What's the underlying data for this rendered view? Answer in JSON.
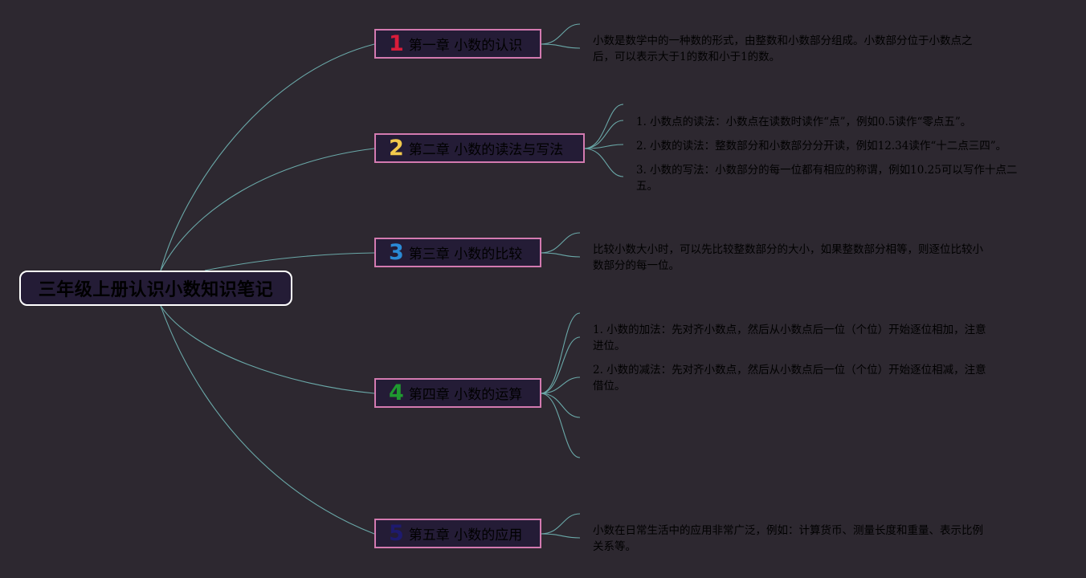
{
  "root": {
    "title": "三年级上册认识小数知识笔记"
  },
  "chapters": [
    {
      "num": "1",
      "num_color": "#d91c3a",
      "title": "第一章 小数的认识",
      "notes": [
        "小数是数学中的一种数的形式，由整数和小数部分组成。小数部分位于小数点之后，可以表示大于1的数和小于1的数。"
      ]
    },
    {
      "num": "2",
      "num_color": "#f2c94c",
      "title": "第二章 小数的读法与写法",
      "notes": [
        "1. 小数点的读法：小数点在读数时读作“点”，例如0.5读作“零点五”。",
        "2. 小数的读法：整数部分和小数部分分开读，例如12.34读作“十二点三四”。",
        "3. 小数的写法：小数部分的每一位都有相应的称谓，例如10.25可以写作十点二五。"
      ]
    },
    {
      "num": "3",
      "num_color": "#2a8ad6",
      "title": "第三章 小数的比较",
      "notes": [
        "比较小数大小时，可以先比较整数部分的大小，如果整数部分相等，则逐位比较小数部分的每一位。"
      ]
    },
    {
      "num": "4",
      "num_color": "#1f9a30",
      "title": "第四章 小数的运算",
      "notes": [
        "1. 小数的加法：先对齐小数点，然后从小数点后一位（个位）开始逐位相加，注意进位。",
        "2. 小数的减法：先对齐小数点，然后从小数点后一位（个位）开始逐位相减，注意借位。"
      ]
    },
    {
      "num": "5",
      "num_color": "#1e1a6e",
      "title": "第五章 小数的应用",
      "notes": [
        "小数在日常生活中的应用非常广泛，例如：计算货币、测量长度和重量、表示比例关系等。"
      ]
    }
  ],
  "colors": {
    "background": "#2d2830",
    "node_fill": "#241c36",
    "node_border": "#d37ab0",
    "link": "#6aa8a8"
  }
}
